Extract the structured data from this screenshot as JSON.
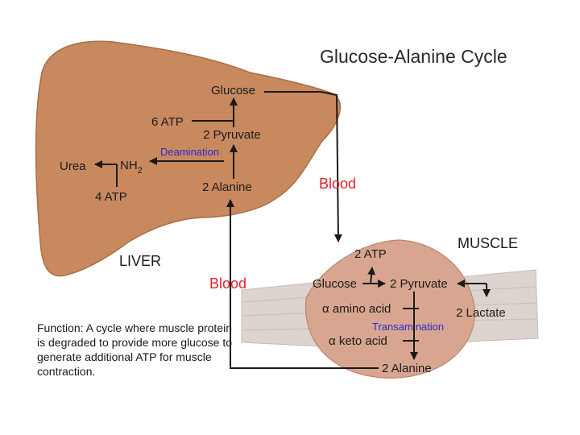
{
  "title": "Glucose-Alanine Cycle",
  "colors": {
    "liver": "#c9895f",
    "muscle": "#d8a690",
    "fibers": "#ddd3cf",
    "blood": "#e8202a",
    "enzyme": "#2a2ad0",
    "text": "#1a1a1a"
  },
  "liver": {
    "region_label": "LIVER",
    "glucose": "Glucose",
    "atp6": "6 ATP",
    "pyruvate2": "2 Pyruvate",
    "deamination": "Deamination",
    "urea": "Urea",
    "nh2": "NH",
    "nh2_sub": "2",
    "atp4": "4 ATP",
    "alanine2": "2 Alanine"
  },
  "blood": {
    "label_right": "Blood",
    "label_left": "Blood"
  },
  "muscle": {
    "region_label": "MUSCLE",
    "atp2": "2 ATP",
    "glucose": "Glucose",
    "pyruvate2": "2 Pyruvate",
    "amino_acid": "α amino acid",
    "lactate2": "2 Lactate",
    "transamination": "Transamination",
    "keto_acid": "α keto acid",
    "alanine2": "2 Alanine"
  },
  "caption": "Function: A cycle where muscle protein is degraded to provide more glucose to generate additional ATP for muscle contraction."
}
